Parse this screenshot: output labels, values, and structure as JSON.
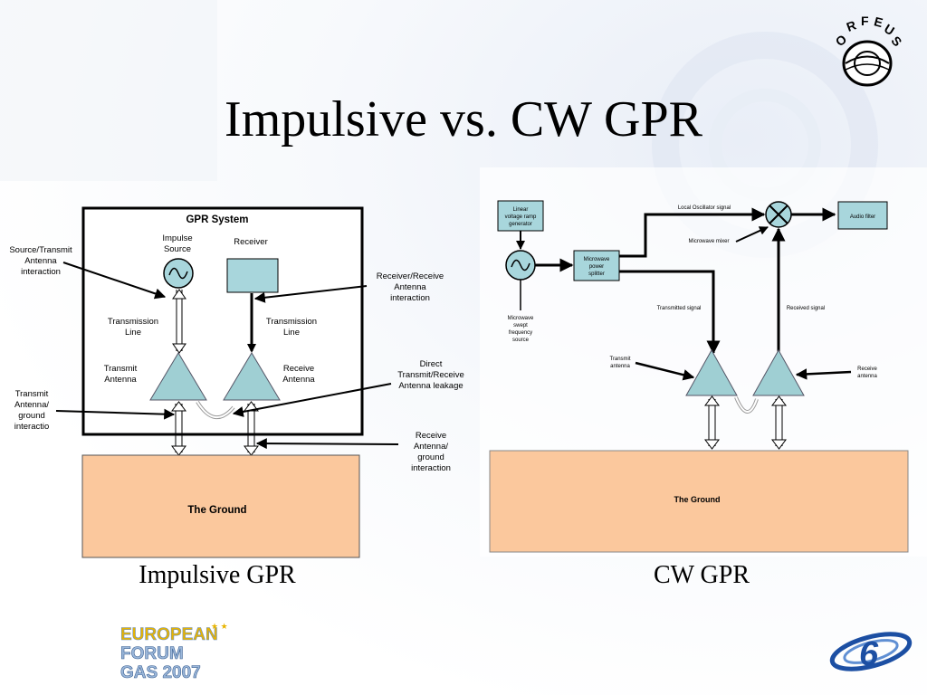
{
  "slide": {
    "title": "Impulsive vs. CW GPR"
  },
  "captions": {
    "left": "Impulsive GPR",
    "right": "CW GPR"
  },
  "colors": {
    "antenna": "#9fcfd3",
    "ground": "#fbc89d",
    "block": "#a8d6dc",
    "frame": "#000000"
  },
  "logos": {
    "orfeus": "ORFEUS",
    "forum_lines": [
      "EUROPEAN",
      "FORUM",
      "GAS 2007"
    ],
    "fp6": "6"
  },
  "impulsive": {
    "system_title": "GPR System",
    "impulse_source": [
      "Impulse",
      "Source"
    ],
    "receiver": "Receiver",
    "transmission_line_left": [
      "Transmission",
      "Line"
    ],
    "transmission_line_right": [
      "Transmission",
      "Line"
    ],
    "transmit_antenna": [
      "Transmit",
      "Antenna"
    ],
    "receive_antenna": [
      "Receive",
      "Antenna"
    ],
    "ground": "The Ground",
    "annotations": {
      "source_transmit": [
        "Source/Transmit",
        "Antenna",
        "interaction"
      ],
      "transmit_ground": [
        "Transmit",
        "Antenna/",
        "ground",
        "interactio"
      ],
      "receiver_receive": [
        "Receiver/Receive",
        "Antenna",
        "interaction"
      ],
      "direct_leakage": [
        "Direct",
        "Transmit/Receive",
        "Antenna leakage"
      ],
      "receive_ground": [
        "Receive",
        "Antenna/",
        "ground",
        "interaction"
      ]
    }
  },
  "cw": {
    "ramp_generator": [
      "Linear",
      "voltage ramp",
      "generator"
    ],
    "swept_source": [
      "Microwave",
      "swept",
      "frequency",
      "source"
    ],
    "power_splitter": [
      "Microwave",
      "power",
      "splitter"
    ],
    "local_oscillator": "Local Oscillator signal",
    "mixer": "Microwave mixer",
    "audio_filter": "Audio filter",
    "transmitted_signal": "Transmitted signal",
    "received_signal": "Received signal",
    "transmit_antenna": [
      "Transmit",
      "antenna"
    ],
    "receive_antenna": [
      "Receive",
      "antenna"
    ],
    "ground": "The Ground"
  }
}
